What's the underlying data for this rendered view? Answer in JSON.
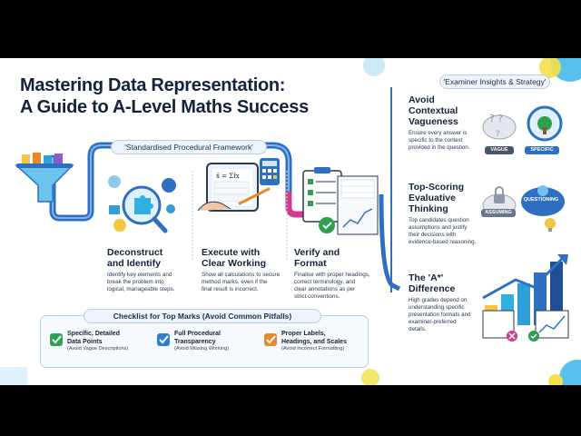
{
  "title": {
    "line1": "Mastering Data Representation:",
    "line2": "A Guide to A-Level Maths Success"
  },
  "framework_label": "'Standardised Procedural Framework'",
  "steps": [
    {
      "heading_1": "Deconstruct",
      "heading_2": "and Identify",
      "body": [
        "Identify key elements and",
        "break the problem into",
        "logical, manageable steps."
      ]
    },
    {
      "heading_1": "Execute with",
      "heading_2": "Clear Working",
      "body": [
        "Show all calculations to secure",
        "method marks, even if the",
        "final result is incorrect."
      ]
    },
    {
      "heading_1": "Verify and",
      "heading_2": "Format",
      "body": [
        "Finalise with proper headings,",
        "correct terminology, and",
        "clear annotations as per",
        "strict conventions."
      ]
    }
  ],
  "checklist": {
    "title": "Checklist for Top Marks (Avoid Common Pitfalls)",
    "items": [
      {
        "line1": "Specific, Detailed",
        "line2": "Data Points",
        "sub": "(Avoid Vague Descriptions)"
      },
      {
        "line1": "Full Procedural",
        "line2": "Transparency",
        "sub": "(Avoid Missing Working)"
      },
      {
        "line1": "Proper Labels,",
        "line2": "Headings, and Scales",
        "sub": "(Avoid Incorrect Formatting)"
      }
    ]
  },
  "sidebar": {
    "label": "'Examiner Insights & Strategy'",
    "sections": [
      {
        "heading": [
          "Avoid",
          "Contextual",
          "Vagueness"
        ],
        "body": [
          "Ensure every answer is",
          "specific to the context",
          "provided in the question."
        ],
        "badges": [
          "VAGUE",
          "SPECIFIC"
        ]
      },
      {
        "heading": [
          "Top-Scoring",
          "Evaluative",
          "Thinking"
        ],
        "body": [
          "Top candidates question",
          "assumptions and justify",
          "their decisions with",
          "evidence-based reasoning."
        ],
        "badges": [
          "ASSUMING",
          "QUESTIONING"
        ]
      },
      {
        "heading": [
          "The 'A*'",
          "Difference"
        ],
        "body": [
          "High grades depend on",
          "understanding specific",
          "presentation formats and",
          "examiner-preferred",
          "details."
        ]
      }
    ]
  },
  "colors": {
    "navy": "#15223b",
    "pipe_blue": "#2f6fc2",
    "pipe_magenta": "#d23c8e",
    "check_green": "#2e9e4f",
    "check_blue": "#2f7fd1",
    "check_orange": "#e9872b"
  }
}
